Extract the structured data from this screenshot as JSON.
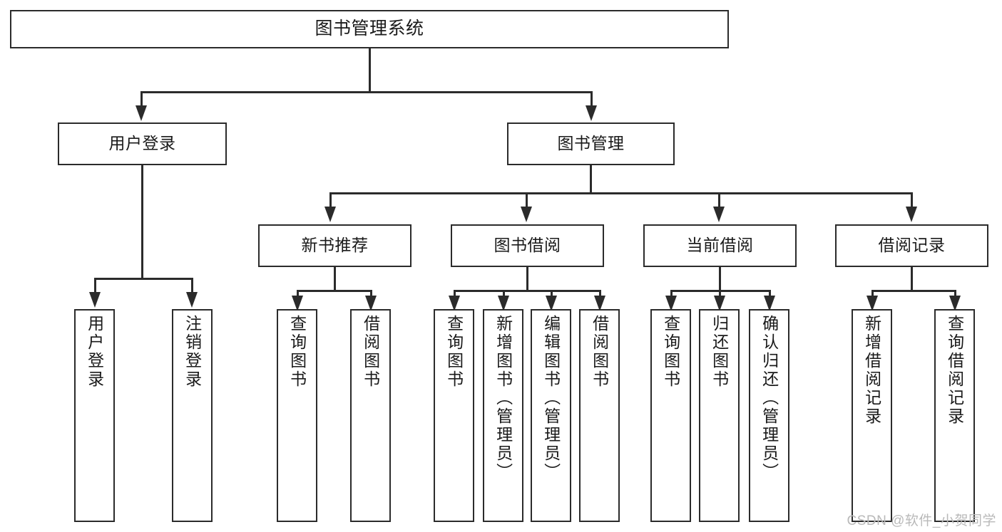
{
  "diagram": {
    "type": "tree-hierarchy-chart",
    "title": "图书管理系统",
    "watermark": "CSDN @软件_小贺同学",
    "palette": {
      "background": "#ffffff",
      "stroke": "#2b2b2b",
      "text": "#1a1a1a",
      "watermark": "#b9b9b9"
    },
    "nodes": {
      "root": {
        "id": "root",
        "label": "图书管理系统",
        "level": 1,
        "orientation": "horizontal"
      },
      "user_login": {
        "id": "user-login",
        "label": "用户登录",
        "level": 2,
        "orientation": "horizontal"
      },
      "book_mgmt": {
        "id": "book-management",
        "label": "图书管理",
        "level": 2,
        "orientation": "horizontal"
      },
      "new_book_rec": {
        "id": "new-book-recommend",
        "label": "新书推荐",
        "level": 3,
        "orientation": "horizontal"
      },
      "book_borrow": {
        "id": "book-borrow",
        "label": "图书借阅",
        "level": 3,
        "orientation": "horizontal"
      },
      "current_borrow": {
        "id": "current-borrow",
        "label": "当前借阅",
        "level": 3,
        "orientation": "horizontal"
      },
      "borrow_record": {
        "id": "borrow-record",
        "label": "借阅记录",
        "level": 3,
        "orientation": "horizontal"
      }
    },
    "leaves": {
      "user_login_children": [
        {
          "id": "leaf-user-login",
          "label": "用户登录"
        },
        {
          "id": "leaf-logout-login",
          "label": "注销登录"
        }
      ],
      "new_book_rec_children": [
        {
          "id": "leaf-query-book-1",
          "label": "查询图书"
        },
        {
          "id": "leaf-borrow-book-1",
          "label": "借阅图书"
        }
      ],
      "book_borrow_children": [
        {
          "id": "leaf-query-book-2",
          "label": "查询图书"
        },
        {
          "id": "leaf-add-book-admin",
          "label": "新增图书（管理员）"
        },
        {
          "id": "leaf-edit-book-admin",
          "label": "编辑图书（管理员）"
        },
        {
          "id": "leaf-borrow-book-2",
          "label": "借阅图书"
        }
      ],
      "current_borrow_children": [
        {
          "id": "leaf-query-book-3",
          "label": "查询图书"
        },
        {
          "id": "leaf-return-book",
          "label": "归还图书"
        },
        {
          "id": "leaf-confirm-return-admin",
          "label": "确认归还（管理员）"
        }
      ],
      "borrow_record_children": [
        {
          "id": "leaf-add-borrow-record",
          "label": "新增借阅记录"
        },
        {
          "id": "leaf-query-borrow-record",
          "label": "查询借阅记录"
        }
      ]
    }
  }
}
